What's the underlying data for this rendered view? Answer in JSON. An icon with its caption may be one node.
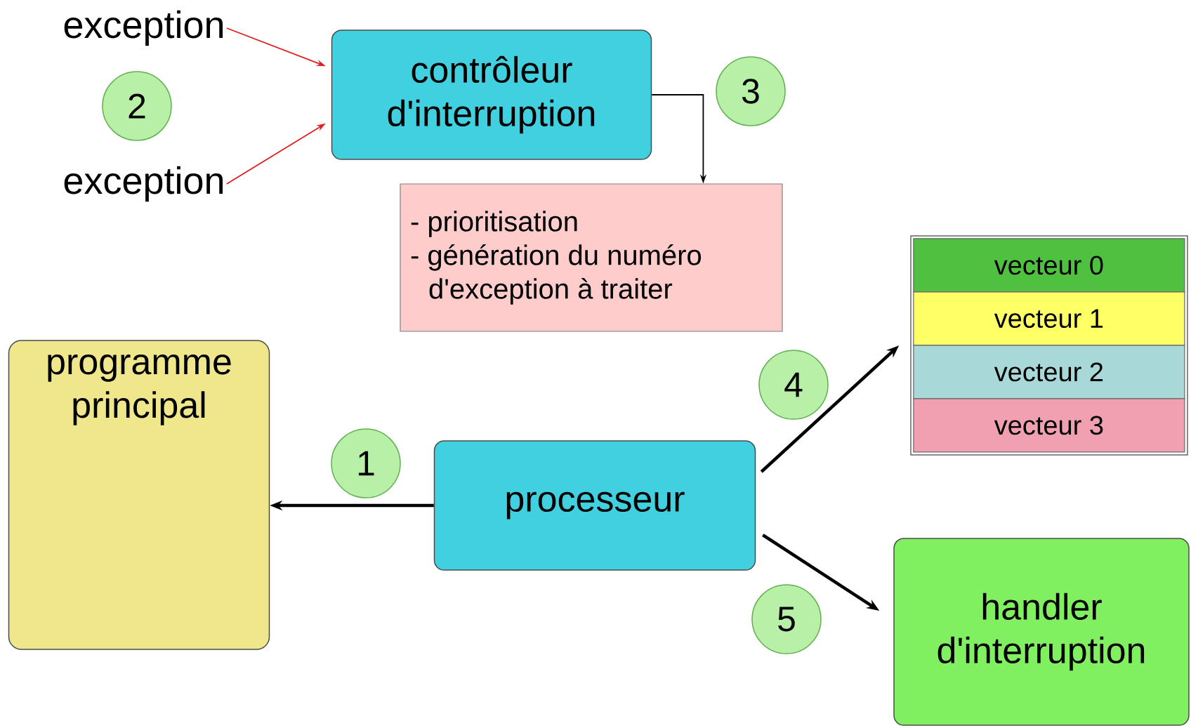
{
  "diagram": {
    "nodes": [
      {
        "text": [
          "exception"
        ]
      },
      {
        "text": [
          "exception"
        ]
      },
      {
        "text": [
          "contrôleur d'interruption"
        ]
      },
      {
        "text": [
          "- prioritisation",
          "- génération du numéro d'exception à traiter"
        ]
      },
      {
        "text": [],
        "shape": "box"
      },
      {
        "text": [
          "vecteur 0"
        ],
        "in": 4
      },
      {
        "text": [
          "vecteur 1"
        ],
        "in": 4
      },
      {
        "text": [
          "vecteur 2"
        ],
        "in": 4
      },
      {
        "text": [
          "vecteur 3"
        ],
        "in": 4
      },
      {
        "text": [
          "programme principal"
        ]
      },
      {
        "text": [
          "processeur"
        ]
      },
      {
        "text": [
          "handler d'interruption"
        ]
      },
      {
        "text": [
          "2"
        ]
      },
      {
        "text": [
          "3"
        ]
      },
      {
        "text": [
          "4"
        ]
      },
      {
        "text": [
          "1"
        ]
      },
      {
        "text": [
          "5"
        ]
      }
    ],
    "edges": [
      {
        "from": 0,
        "to": 2,
        "arrow": "to",
        "color": "#e02020"
      },
      {
        "from": 1,
        "to": 2,
        "arrow": "to",
        "color": "#e02020"
      },
      {
        "from": 2,
        "to": 3,
        "arrow": "to"
      },
      {
        "from": 10,
        "to": 9,
        "arrow": "to",
        "style": "thick"
      },
      {
        "from": 10,
        "to": 4,
        "arrow": "to",
        "style": "thick"
      },
      {
        "from": 10,
        "to": 11,
        "arrow": "to",
        "style": "thick"
      }
    ]
  }
}
